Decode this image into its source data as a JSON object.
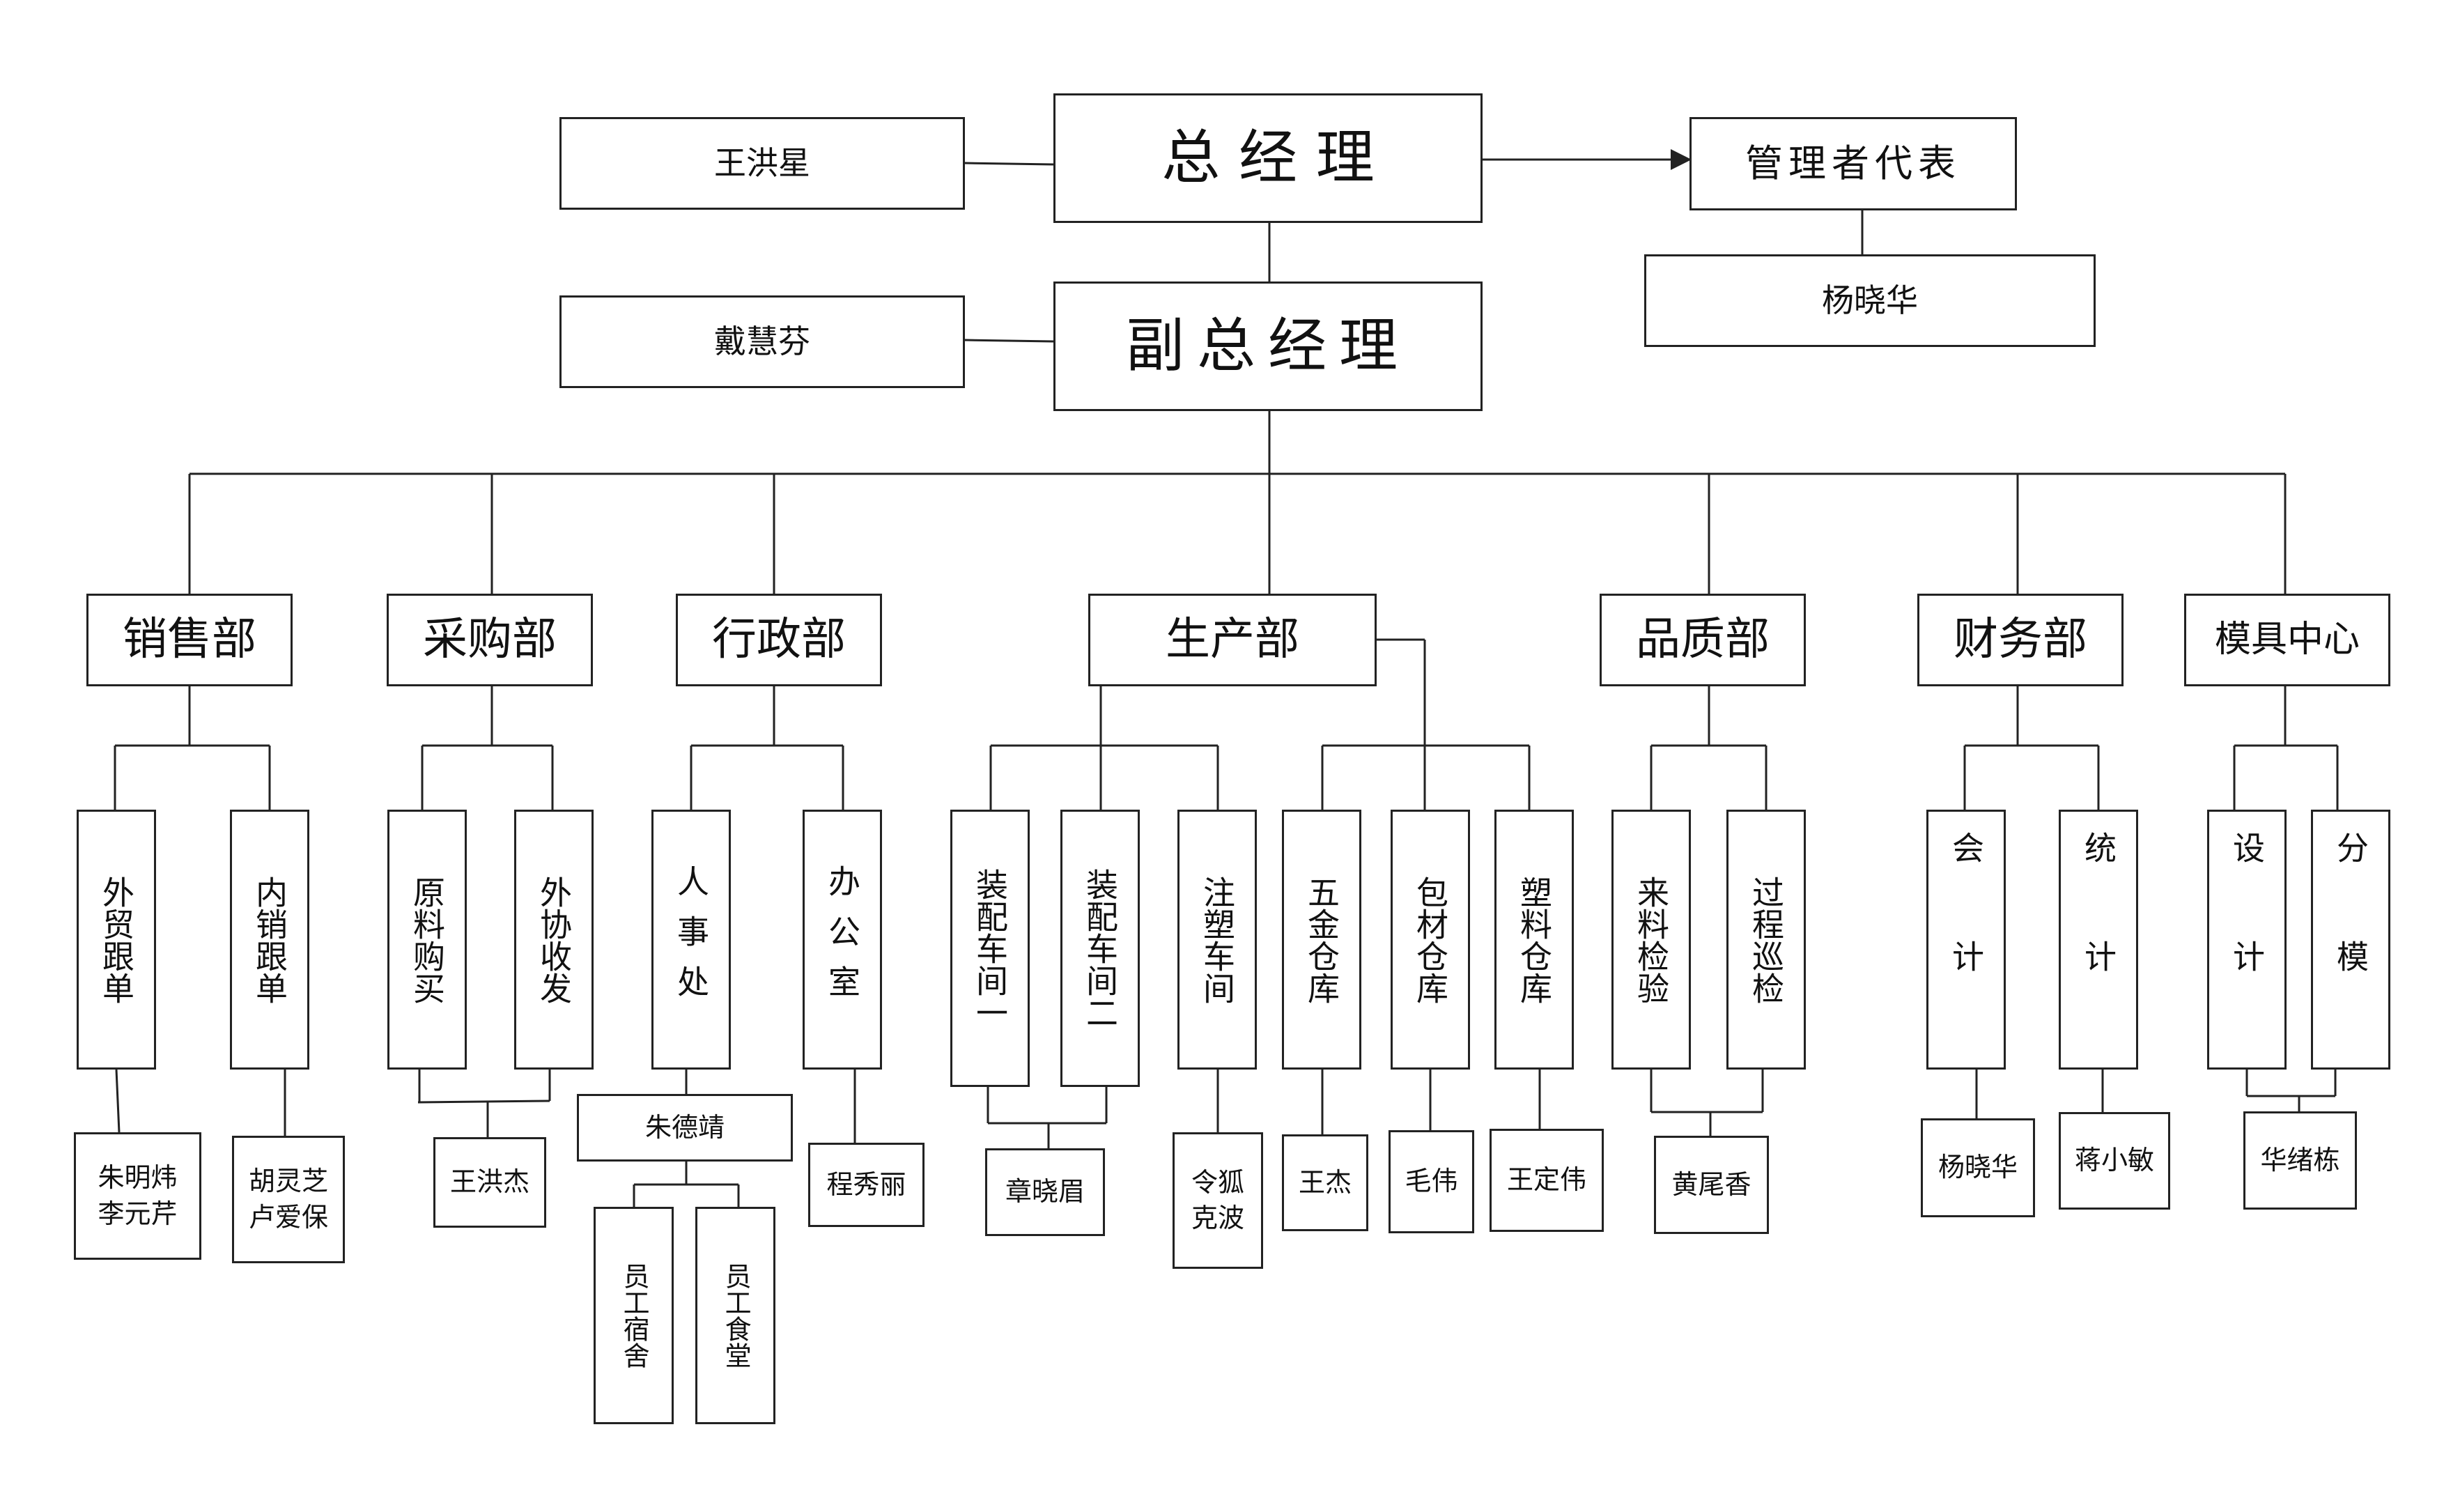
{
  "general_manager": "总 经 理",
  "gm_assistant": "王洪星",
  "management_rep": {
    "title": "管理者代表",
    "person": "杨晓华"
  },
  "deputy_gm": "副总经理",
  "deputy_assistant": "戴慧芬",
  "departments": {
    "sales": {
      "name": "销售部",
      "units": [
        {
          "label": "外贸跟单",
          "person": "朱明炜\n李元芹"
        },
        {
          "label": "内销跟单",
          "person": "胡灵芝\n卢爱保"
        }
      ]
    },
    "purchasing": {
      "name": "采购部",
      "units": [
        {
          "label": "原料购买"
        },
        {
          "label": "外协收发"
        }
      ],
      "person": "王洪杰"
    },
    "admin": {
      "name": "行政部",
      "units": [
        {
          "label": "人事处",
          "person": "朱德靖",
          "sub": [
            {
              "label": "员工宿舍"
            },
            {
              "label": "员工食堂"
            }
          ]
        },
        {
          "label": "办公室",
          "person": "程秀丽"
        }
      ]
    },
    "production": {
      "name": "生产部",
      "workshops": [
        {
          "label": "装配车间一"
        },
        {
          "label": "装配车间二"
        },
        {
          "label": "注塑车间",
          "person": "令狐\n克波"
        }
      ],
      "workshop_person": "章晓眉",
      "warehouses": [
        {
          "label": "五金仓库",
          "person": "王杰"
        },
        {
          "label": "包材仓库",
          "person": "毛伟"
        },
        {
          "label": "塑料仓库",
          "person": "王定伟"
        }
      ]
    },
    "quality": {
      "name": "品质部",
      "units": [
        {
          "label": "来料检验"
        },
        {
          "label": "过程巡检"
        }
      ],
      "person": "黄尾香"
    },
    "finance": {
      "name": "财务部",
      "units": [
        {
          "label": "会计",
          "person": "杨晓华"
        },
        {
          "label": "统计",
          "person": "蒋小敏"
        }
      ]
    },
    "mold": {
      "name": "模具中心",
      "units": [
        {
          "label": "设计"
        },
        {
          "label": "分模"
        }
      ],
      "person": "华绪栋"
    }
  }
}
